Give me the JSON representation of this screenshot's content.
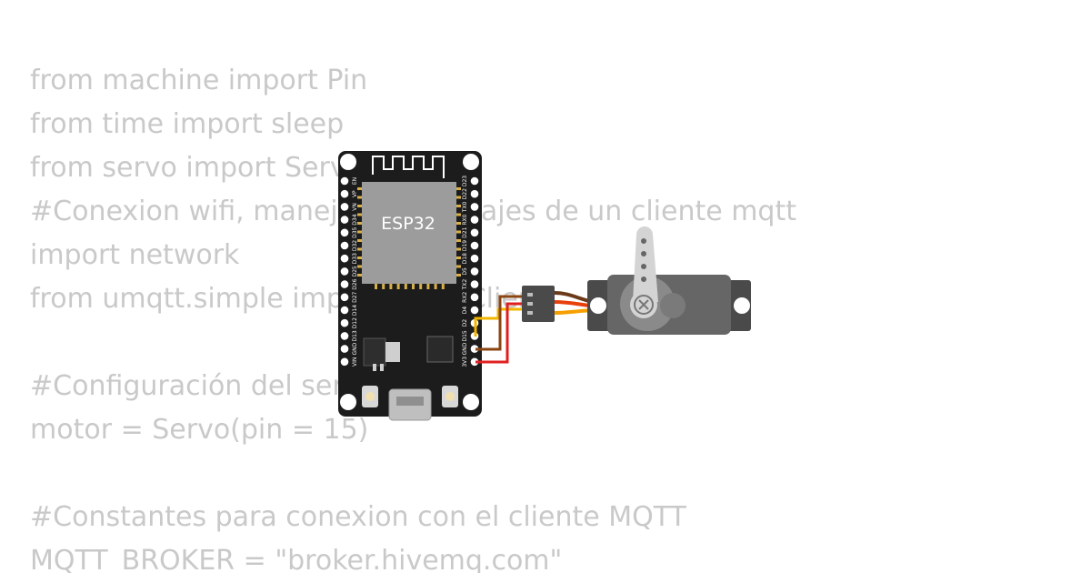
{
  "code_lines": [
    "from machine import Pin",
    "from time import sleep",
    "from servo import Servo",
    "#Conexion wifi, manejo de mensajes de un cliente mqtt",
    "import network",
    "from umqtt.simple import MQTTClient",
    "",
    "#Configuración del servo",
    "motor = Servo(pin = 15)",
    "",
    "#Constantes para conexion con el cliente MQTT",
    "MQTT_BROKER = \"broker.hivemq.com\""
  ],
  "board": {
    "chip_label": "ESP32",
    "left_pins": [
      "EN",
      "VP",
      "VN",
      "D34",
      "D35",
      "D32",
      "D33",
      "D25",
      "D26",
      "D27",
      "D14",
      "D12",
      "D13",
      "GND",
      "VIN"
    ],
    "right_pins": [
      "D23",
      "D22",
      "TX0",
      "RX0",
      "D21",
      "D19",
      "D18",
      "D5",
      "TX2",
      "RX2",
      "D4",
      "D2",
      "D15",
      "GND",
      "3V3"
    ]
  },
  "wire_colors": {
    "signal": "#f2b600",
    "ground": "#8b4513",
    "power": "#e02020",
    "servo_signal": "#f5a000",
    "servo_power": "#e8400c",
    "servo_ground": "#6b3a1a"
  },
  "icons": [
    "wifi-antenna-icon",
    "servo-horn-icon"
  ]
}
